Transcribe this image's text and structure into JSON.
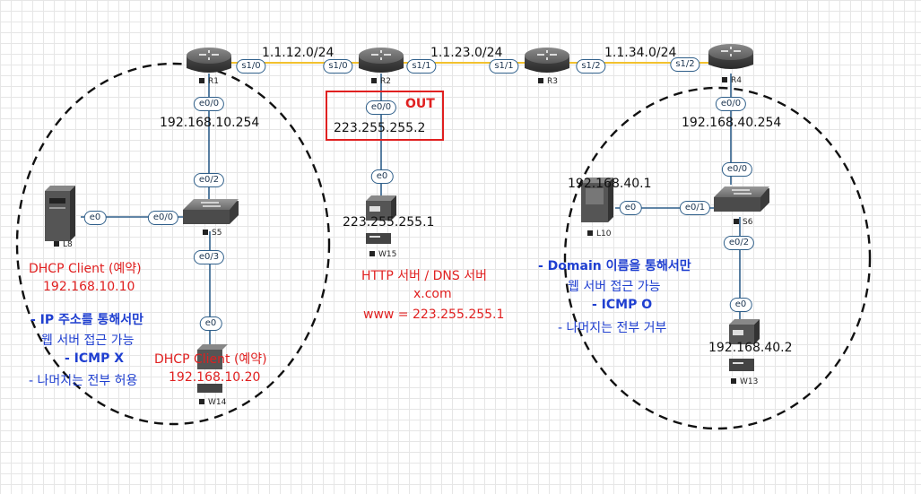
{
  "networks": [
    {
      "id": "net-r1-r2",
      "label": "1.1.12.0/24"
    },
    {
      "id": "net-r2-r3",
      "label": "1.1.23.0/24"
    },
    {
      "id": "net-r3-r4",
      "label": "1.1.34.0/24"
    }
  ],
  "devices": {
    "r1": "R1",
    "r2": "R2",
    "r3": "R3",
    "r4": "R4",
    "s5": "S5",
    "s6": "S6",
    "l8": "L8",
    "l10": "L10",
    "w14": "W14",
    "w15": "W15",
    "w13": "W13"
  },
  "ports": {
    "r1_s10": "s1/0",
    "r2_s10": "s1/0",
    "r2_s11": "s1/1",
    "r3_s11": "s1/1",
    "r3_s12": "s1/2",
    "r4_s12": "s1/2",
    "r1_e00": "e0/0",
    "s5_e02": "e0/2",
    "s5_e00": "e0/0",
    "l8_e0": "e0",
    "s5_e03": "e0/3",
    "w14_e0": "e0",
    "r2_e00": "e0/0",
    "w15_e0": "e0",
    "r4_e00": "e0/0",
    "s6_e00": "e0/0",
    "s6_e01": "e0/1",
    "l10_e0": "e0",
    "s6_e02": "e0/2",
    "w13_e0": "e0"
  },
  "ips": {
    "r1_lan": "192.168.10.254",
    "r2_out": "223.255.255.2",
    "w15": "223.255.255.1",
    "r4_lan": "192.168.40.254",
    "l10": "192.168.40.1",
    "w13": "192.168.40.2"
  },
  "annotations": {
    "out": "OUT",
    "l8_dhcp": "DHCP Client (예약)",
    "l8_ip": "192.168.10.10",
    "w14_dhcp": "DHCP Client (예약)",
    "w14_ip": "192.168.10.20",
    "left_policy": [
      "- IP 주소를 통해서만",
      "웹 서버 접근 가능",
      "- ICMP X",
      "- 나머지는 전부 허용"
    ],
    "server_info": [
      "HTTP 서버 / DNS 서버",
      "x.com",
      "www = 223.255.255.1"
    ],
    "right_policy": [
      "- Domain 이름을 통해서만",
      "웹 서버 접근 가능",
      "- ICMP O",
      "- 나머지는 전부 거부"
    ]
  },
  "colors": {
    "serial_link": "#f2c12e",
    "ethernet_link": "#2f5f8a",
    "annotation_red": "#e02020",
    "annotation_blue": "#1f3fd0"
  }
}
